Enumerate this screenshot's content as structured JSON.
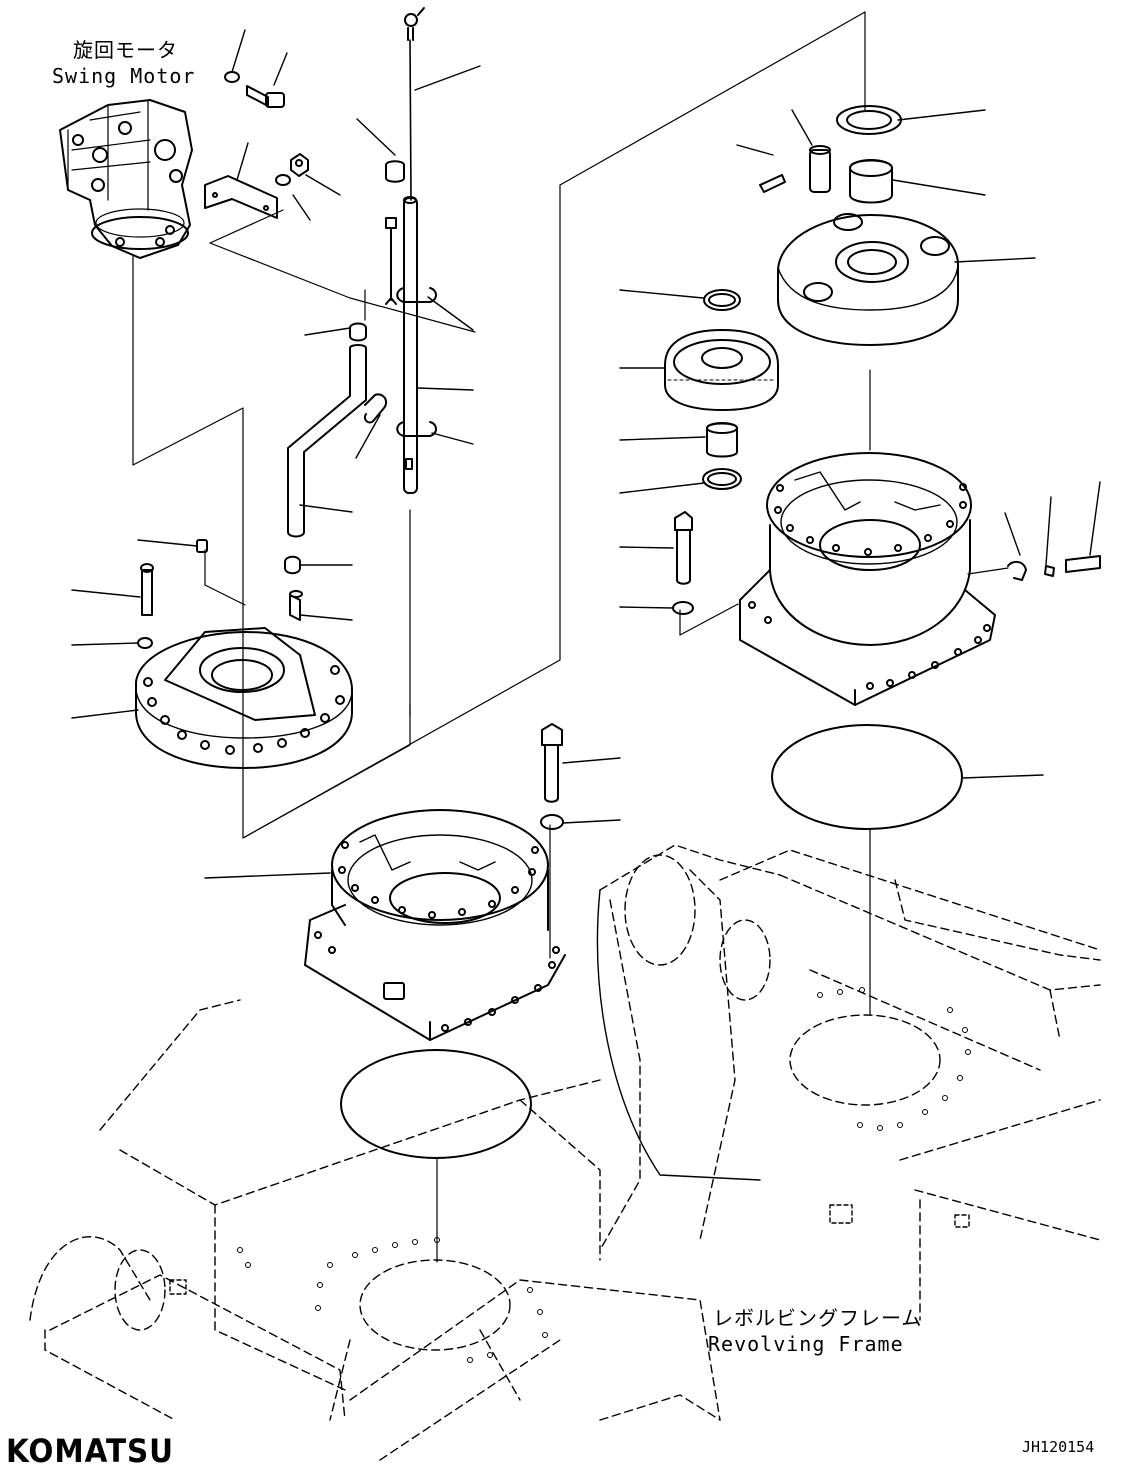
{
  "labels": {
    "swing_motor_jp": "旋回モータ",
    "swing_motor_en": "Swing Motor",
    "revolving_frame_jp": "レボルビングフレーム",
    "revolving_frame_en": "Revolving Frame"
  },
  "brand": "KOMATSU",
  "figure_id": "JH120154"
}
